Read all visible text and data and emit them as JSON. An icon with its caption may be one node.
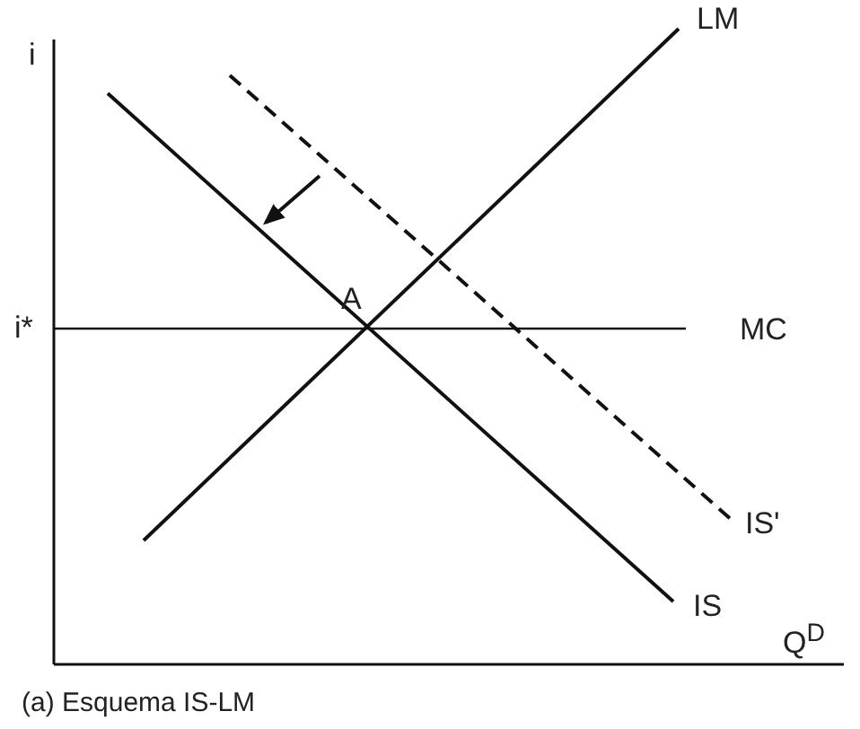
{
  "diagram": {
    "caption": "(a) Esquema IS-LM",
    "labels": [
      "i",
      "LM",
      "A",
      "i*",
      "MC",
      "IS'",
      "IS",
      "Q$^{D}$"
    ]
  }
}
